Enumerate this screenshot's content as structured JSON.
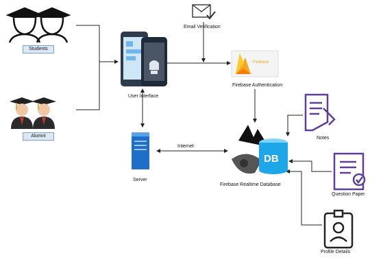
{
  "nodes": {
    "students": {
      "label": "Students"
    },
    "alumni": {
      "label": "Alumni"
    },
    "user_interface": {
      "label": "User Interface"
    },
    "email_verification": {
      "label": "Email Verification"
    },
    "firebase_auth": {
      "label": "Firebase Authentication",
      "logo_text": "Firebase"
    },
    "server": {
      "label": "Server"
    },
    "database": {
      "label": "Firebase Realtime Database",
      "badge": "DB"
    },
    "notes": {
      "label": "Notes"
    },
    "question_paper": {
      "label": "Question Paper"
    },
    "profile_details": {
      "label": "Profile Details"
    }
  },
  "edges": {
    "internet": {
      "label": "Internet"
    }
  },
  "colors": {
    "line": "#222222",
    "label_box_fill": "#dde8f6",
    "label_box_border": "#7b9fd3",
    "doc_icon": "#5b3f9a",
    "firebase_orange": "#f5a623",
    "db_blue": "#1ea7e8"
  }
}
